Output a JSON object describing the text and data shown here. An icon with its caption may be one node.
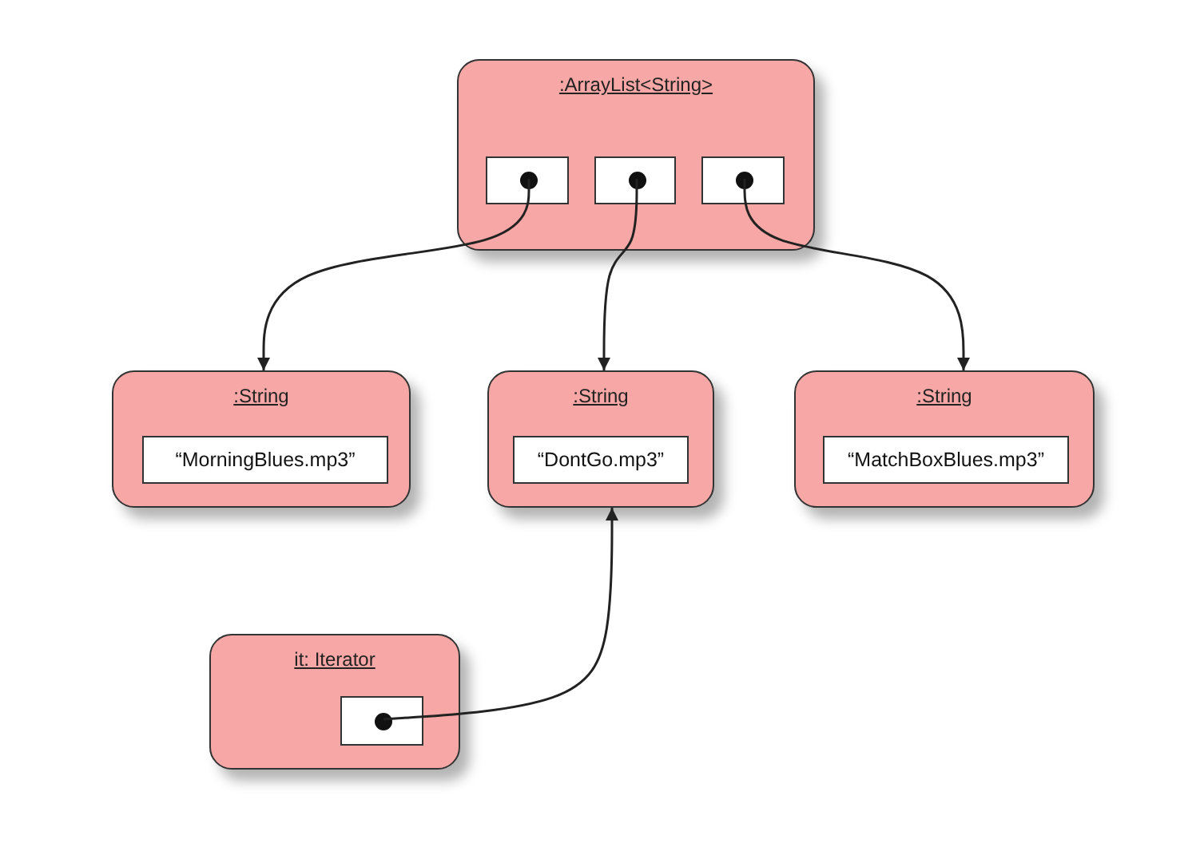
{
  "diagram": {
    "nodes": [
      {
        "text": [
          ":ArrayList<String>"
        ]
      },
      {
        "text": [],
        "shape": "box",
        "in": 0
      },
      {
        "text": [],
        "shape": "box",
        "in": 0
      },
      {
        "text": [],
        "shape": "box",
        "in": 0
      },
      {
        "text": [
          ":String"
        ]
      },
      {
        "text": [
          "“MorningBlues.mp3”"
        ],
        "in": 4
      },
      {
        "text": [
          ":String"
        ]
      },
      {
        "text": [
          "“DontGo.mp3”"
        ],
        "in": 6
      },
      {
        "text": [
          ":String"
        ]
      },
      {
        "text": [
          "“MatchBoxBlues.mp3”"
        ],
        "in": 8
      },
      {
        "text": [
          "it: Iterator"
        ]
      },
      {
        "text": [],
        "shape": "box",
        "in": 10
      }
    ],
    "edges": [
      {
        "from": 1,
        "to": 4,
        "arrow": "to"
      },
      {
        "from": 2,
        "to": 6,
        "arrow": "to"
      },
      {
        "from": 3,
        "to": 8,
        "arrow": "to"
      },
      {
        "from": 11,
        "to": 6,
        "arrow": "to"
      }
    ]
  }
}
